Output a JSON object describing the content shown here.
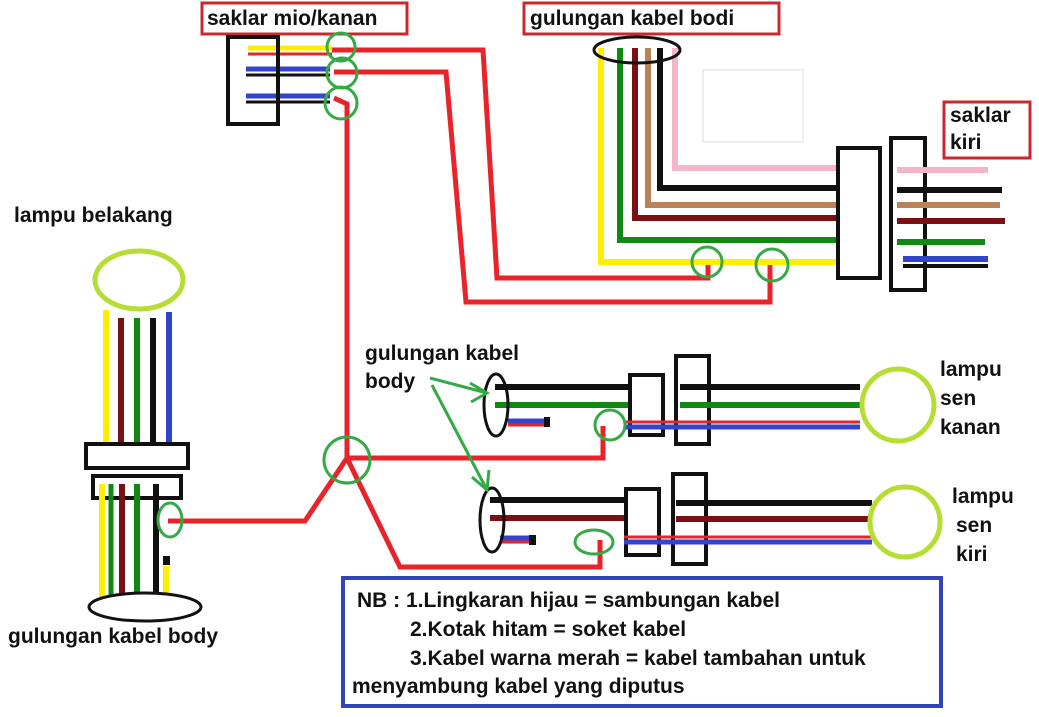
{
  "labels": {
    "saklar_mio_kanan": "saklar mio/kanan",
    "gulungan_kabel_bodi": "gulungan kabel bodi",
    "saklar_kiri_line1": "saklar",
    "saklar_kiri_line2": "kiri",
    "lampu_belakang": "lampu belakang",
    "gulungan_kabel_body_mid_line1": "gulungan kabel",
    "gulungan_kabel_body_mid_line2": "body",
    "lampu_sen_kanan_line1": "lampu",
    "lampu_sen_kanan_line2": "sen",
    "lampu_sen_kanan_line3": "kanan",
    "lampu_sen_kiri_line1": "lampu",
    "lampu_sen_kiri_line2": "sen",
    "lampu_sen_kiri_line3": "kiri",
    "gulungan_kabel_body_bottom": "gulungan kabel body"
  },
  "notes": {
    "line1": "NB : 1.Lingkaran hijau = sambungan kabel",
    "line2": "2.Kotak hitam = soket kabel",
    "line3": "3.Kabel warna merah = kabel tambahan untuk",
    "line4": "menyambung kabel yang diputus"
  },
  "colors": {
    "red_wire": "#e8232a",
    "yellow": "#ffee00",
    "blue": "#3344cc",
    "green": "#118811",
    "dark_red": "#7a0f14",
    "brown": "#b8825a",
    "pink": "#f4b6c6",
    "joint_circle": "#33aa44",
    "lamp_circle": "#b5dd33",
    "label_border": "#c8282e",
    "note_border": "#3344bb"
  }
}
